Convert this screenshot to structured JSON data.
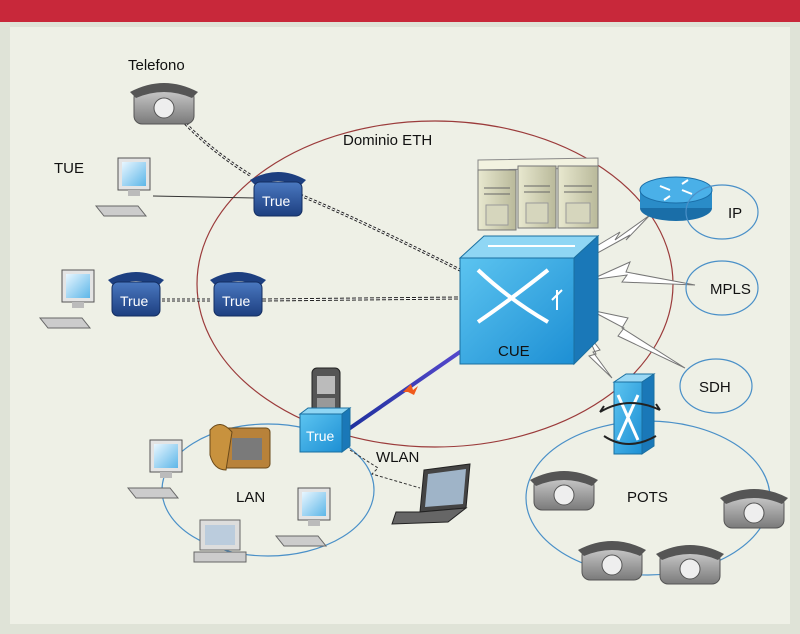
{
  "header": {
    "title": "",
    "color": "#c8283a"
  },
  "labels": {
    "telefono": "Telefono",
    "tue": "TUE",
    "dominio": "Dominio ETH",
    "cue": "CUE",
    "ip": "IP",
    "mpls": "MPLS",
    "sdh": "SDH",
    "pots": "POTS",
    "lan": "LAN",
    "wlan": "WLAN",
    "true1": "True",
    "true2": "True",
    "true3": "True",
    "true4": "True"
  },
  "colors": {
    "background": "#dfe3d7",
    "panel": "#eef0e6",
    "domain_ring": "#9b3b3b",
    "switch_blue": "#2aa0e0",
    "true_phone": "#2a4f8f",
    "cloud_outline": "#4a90c8"
  }
}
